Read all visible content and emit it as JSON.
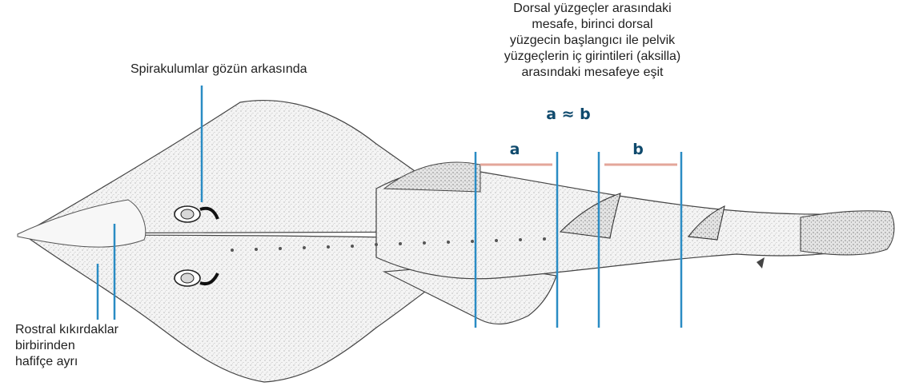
{
  "labels": {
    "spiracles": "Spirakulumlar gözün arkasında",
    "rostral": [
      "Rostral kıkırdaklar",
      "birbirinden",
      "hafifçe ayrı"
    ],
    "dorsal": [
      "Dorsal yüzgeçler arasındaki",
      "mesafe, birinci dorsal",
      "yüzgecin başlangıcı ile pelvik",
      "yüzgeçlerin iç girintileri (aksilla)",
      "arasındaki mesafeye eşit"
    ],
    "formula": "a ≈ b",
    "segment_a": "a",
    "segment_b": "b"
  },
  "colors": {
    "guide_line": "#2a8cc4",
    "measure_bar": "#e3a69a",
    "formula_text": "#0f4a6d"
  }
}
